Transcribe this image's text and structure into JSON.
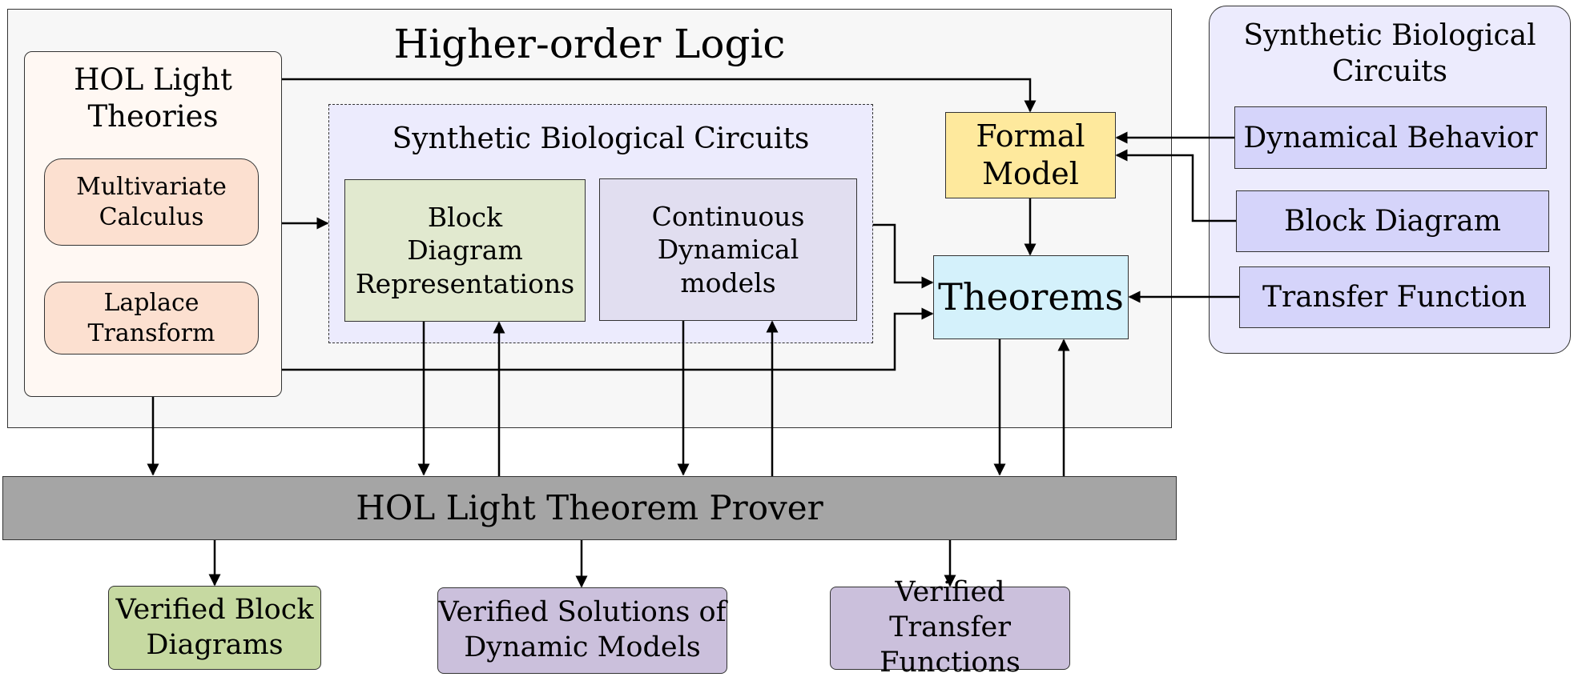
{
  "hol_region": {
    "title": "Higher-order Logic"
  },
  "theories": {
    "title": "HOL Light\nTheories",
    "items": [
      "Multivariate\nCalculus",
      "Laplace\nTransform"
    ]
  },
  "sbc_inner": {
    "title": "Synthetic Biological Circuits",
    "block_repr": "Block\nDiagram\nRepresentations",
    "continuous": "Continuous\nDynamical\nmodels"
  },
  "formal_model": "Formal\nModel",
  "theorems": "Theorems",
  "sbc_right": {
    "title": "Synthetic Biological\nCircuits",
    "items": [
      "Dynamical Behavior",
      "Block Diagram",
      "Transfer Function"
    ]
  },
  "prover": "HOL Light Theorem Prover",
  "outputs": [
    "Verified Block\nDiagrams",
    "Verified Solutions of\nDynamic Models",
    "Verified Transfer\nFunctions"
  ]
}
